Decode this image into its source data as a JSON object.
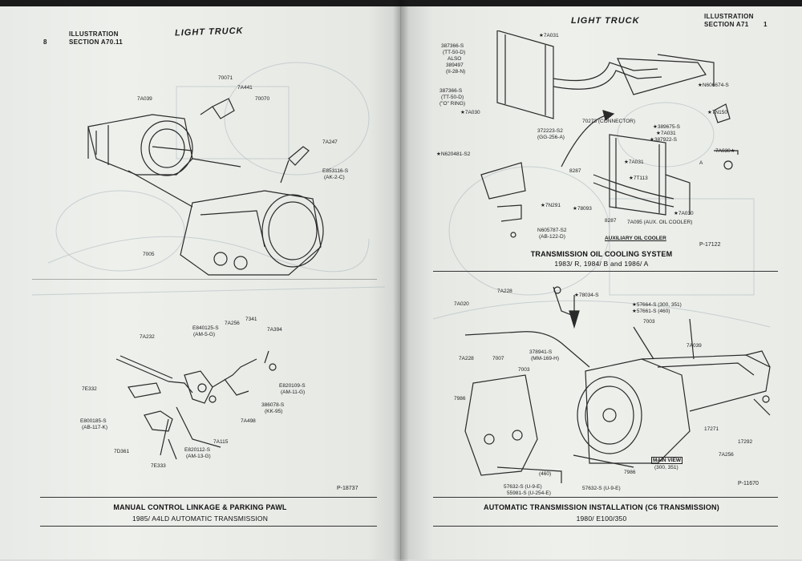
{
  "left_page": {
    "header_label_1": "ILLUSTRATION",
    "header_label_2": "SECTION A70.11",
    "page_marker": "8",
    "title": "LIGHT TRUCK",
    "callouts_top": [
      "7A039",
      "70071",
      "7A441",
      "70070",
      "7A247",
      "E853116-S",
      "(AK-2-C)",
      "7005"
    ],
    "callouts_bottom": [
      "7A232",
      "E840125-S",
      "(AM-5-G)",
      "7A256",
      "7341",
      "7A394",
      "7E332",
      "E820109-S",
      "(AM-11-G)",
      "386078-S",
      "(KK-95)",
      "E800185-S",
      "(AB-117-K)",
      "7A498",
      "7A115",
      "7D361",
      "E820112-S",
      "(AM-13-G)",
      "7E333"
    ],
    "figure_number": "P-18737",
    "caption_line1": "MANUAL CONTROL LINKAGE & PARKING PAWL",
    "caption_line2": "1985/ A4LD AUTOMATIC TRANSMISSION"
  },
  "right_page": {
    "header_label_1": "ILLUSTRATION",
    "header_label_2": "SECTION A71",
    "page_marker": "1",
    "title": "LIGHT TRUCK",
    "callouts_top": [
      "387366-S",
      "(TT-50-D)",
      "ALSO",
      "389497",
      "(II-28-N)",
      "387366-S",
      "(TT-50-D)",
      "(\"O\" RING)",
      "★7A031",
      "★7A030",
      "372223-S2",
      "(GG-256-A)",
      "★N606674-S",
      "★7N150",
      "★389675-S",
      "★7A031",
      "★387922-S",
      "7A030★",
      "70273 (CONNECTOR)",
      "★N620481-S2",
      "★7A031",
      "8287",
      "★7T113",
      "★7N291",
      "★78093",
      "8287",
      "★7A030",
      "N605787-S2",
      "(AB-122-D)",
      "7A095 (AUX. OIL COOLER)",
      "AUXILIARY OIL COOLER",
      "A",
      "P-17122"
    ],
    "caption_top_1": "TRANSMISSION OIL COOLING SYSTEM",
    "caption_top_2": "1983/ R, 1984/ B and 1986/ A",
    "callouts_bottom": [
      "7A228",
      "★78034-S",
      "7A020",
      "★57664-S (300, 351)",
      "★57661-S (460)",
      "7003",
      "7A039",
      "7A228",
      "7007",
      "378941-S",
      "(MM-169-H)",
      "7003",
      "7986",
      "17271",
      "17292",
      "7A256",
      "MAIN VIEW",
      "(300, 351)",
      "(460)",
      "7986",
      "57632-S (U-9-E)",
      "55981-S (U-254-E)",
      "57632-S (U-9-E)"
    ],
    "figure_number": "P-11670",
    "caption_line1": "AUTOMATIC TRANSMISSION INSTALLATION (C6 TRANSMISSION)",
    "caption_line2": "1980/ E100/350"
  }
}
